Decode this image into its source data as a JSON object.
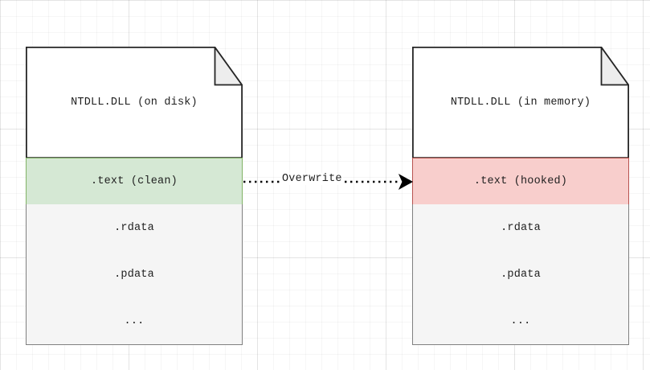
{
  "diagram": {
    "title_text": "",
    "colors": {
      "clean_fill": "#d5e8d4",
      "clean_stroke": "#82b366",
      "hooked_fill": "#f8cecc",
      "hooked_stroke": "#b85450",
      "section_fill": "#f5f5f5",
      "section_stroke": "#808080",
      "doc_stroke": "#262626",
      "fold_fill": "#ededed",
      "arrow_stroke": "#000000",
      "canvas_bg": "#ffffff"
    },
    "nodes": [
      {
        "id": "ntdll-on-disk",
        "title": "NTDLL.DLL (on disk)",
        "sections": [
          {
            "label": ".text (clean)",
            "state": "clean"
          },
          {
            "label": ".rdata",
            "state": "normal"
          },
          {
            "label": ".pdata",
            "state": "normal"
          },
          {
            "label": "...",
            "state": "normal"
          }
        ]
      },
      {
        "id": "ntdll-in-memory",
        "title": "NTDLL.DLL (in memory)",
        "sections": [
          {
            "label": ".text (hooked)",
            "state": "hooked"
          },
          {
            "label": ".rdata",
            "state": "normal"
          },
          {
            "label": ".pdata",
            "state": "normal"
          },
          {
            "label": "...",
            "state": "normal"
          }
        ]
      }
    ],
    "edges": [
      {
        "id": "overwrite-edge",
        "label": "Overwrite",
        "style": "dotted",
        "arrowhead": "filled-triangle",
        "from": "ntdll-on-disk",
        "to": "ntdll-in-memory"
      }
    ]
  }
}
